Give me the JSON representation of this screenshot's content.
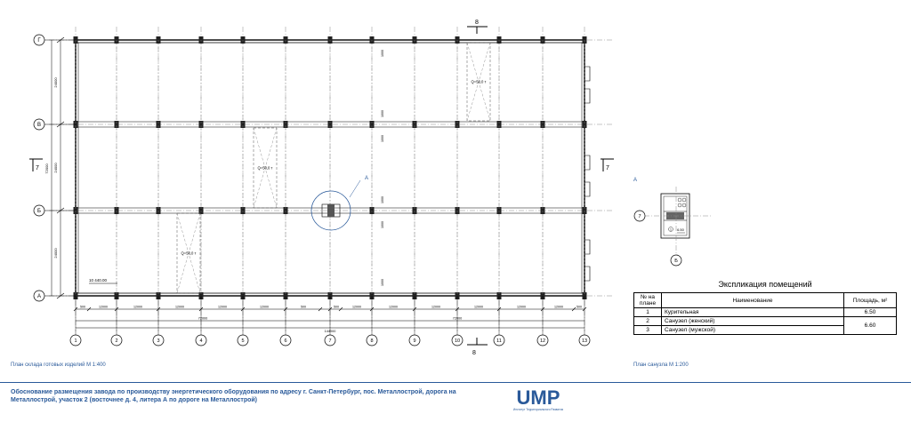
{
  "plan": {
    "axes_rows": [
      "Г",
      "В",
      "Б",
      "А"
    ],
    "axes_cols": [
      "1",
      "2",
      "3",
      "4",
      "5",
      "6",
      "7",
      "8",
      "9",
      "10",
      "11",
      "12",
      "13"
    ],
    "row_dims": [
      "24000",
      "24000",
      "24000"
    ],
    "row_total": "72000",
    "col_dims": [
      "500",
      "12000",
      "12000",
      "12000",
      "12000",
      "12000",
      "500",
      "500",
      "12000",
      "12000",
      "12000",
      "12000",
      "12000",
      "500"
    ],
    "half_totals": [
      "72000",
      "72000"
    ],
    "total_length": "144000",
    "elevation": "10 440.00",
    "crane_labels": [
      "Q=50,0 т",
      "Q=50,0 т",
      "Q=50,0 т"
    ],
    "vertical_dims": [
      "1000",
      "1000",
      "1000",
      "1000",
      "1000",
      "1000"
    ],
    "section_marks": {
      "top": "8",
      "bottom": "8",
      "left": "7",
      "right": "7"
    },
    "node_label": "А",
    "caption": "План склада готовых изделий М 1:400"
  },
  "detail": {
    "label": "А",
    "axis_row": "Б",
    "axis_col": "7",
    "room_number": "1",
    "room_area": "6.50",
    "caption": "План санузла  М 1:200"
  },
  "explication": {
    "title": "Экспликация помещений",
    "headers": {
      "num": "№ на плане",
      "name": "Наименование",
      "area": "Площадь, м²"
    },
    "rows": [
      {
        "num": "1",
        "name": "Курительная",
        "area": "6.50"
      },
      {
        "num": "2",
        "name": "Санузел (женский)",
        "area": "6.60"
      },
      {
        "num": "3",
        "name": "Санузел (мужской)",
        "area": ""
      }
    ]
  },
  "footer": {
    "text": "Обоснование размещения завода по производству энергетического оборудования по адресу г. Санкт-Петербург, пос. Металлострой, дорога на Металлострой, участок 2 (восточнее д. 4, литера А по дороге на Металлострой)",
    "logo_text": "UMP",
    "logo_subtitle": "Институт Территориального Развития"
  },
  "colors": {
    "accent": "#2a5a9a",
    "line": "#000000",
    "grid": "#8a8a8a"
  }
}
